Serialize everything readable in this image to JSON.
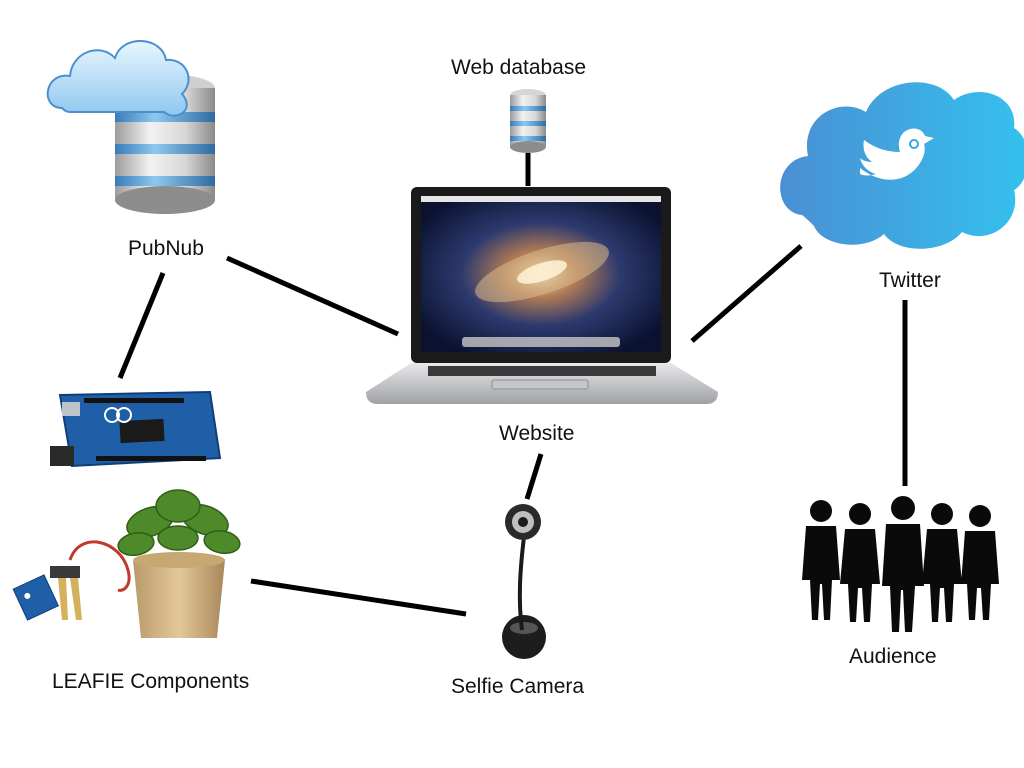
{
  "labels": {
    "web_database": "Web database",
    "pubnub": "PubNub",
    "twitter": "Twitter",
    "website": "Website",
    "audience": "Audience",
    "leafie_components": "LEAFIE Components",
    "selfie_camera": "Selfie Camera"
  },
  "icons": {
    "web_database": "database-icon",
    "pubnub": "cloud-database-icon",
    "twitter": "twitter-cloud-icon",
    "website": "laptop-icon",
    "arduino": "arduino-board-icon",
    "leafie": "potted-plant-with-moisture-sensor-icon",
    "selfie_camera": "webcam-icon",
    "audience": "people-silhouettes-icon"
  },
  "colors": {
    "connector": "#000000",
    "twitter_blue": "#35b3e8",
    "arduino_blue": "#1f5fa8"
  }
}
